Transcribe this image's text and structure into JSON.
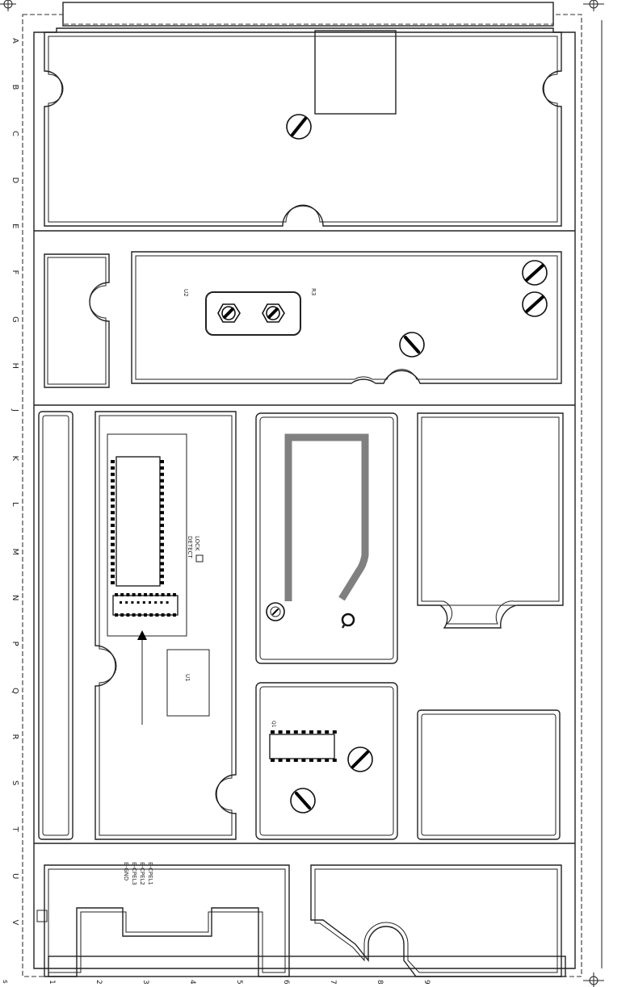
{
  "row_labels": [
    "A",
    "B",
    "C",
    "D",
    "E",
    "F",
    "G",
    "H",
    "J",
    "K",
    "L",
    "M",
    "N",
    "P",
    "Q",
    "R",
    "S",
    "T",
    "U",
    "V"
  ],
  "column_labels": [
    "s",
    "1",
    "2",
    "3",
    "4",
    "5",
    "6",
    "7",
    "8",
    "9"
  ],
  "component_labels": {
    "u2": "U2",
    "r3": "R3",
    "lock": "LOCK",
    "detect": "DETECT",
    "u1": "U1",
    "q1": "Q1"
  },
  "connector_pins": [
    "E-CPEL1",
    "E-CPEL2",
    "E-CPEL3",
    "E-GND"
  ]
}
